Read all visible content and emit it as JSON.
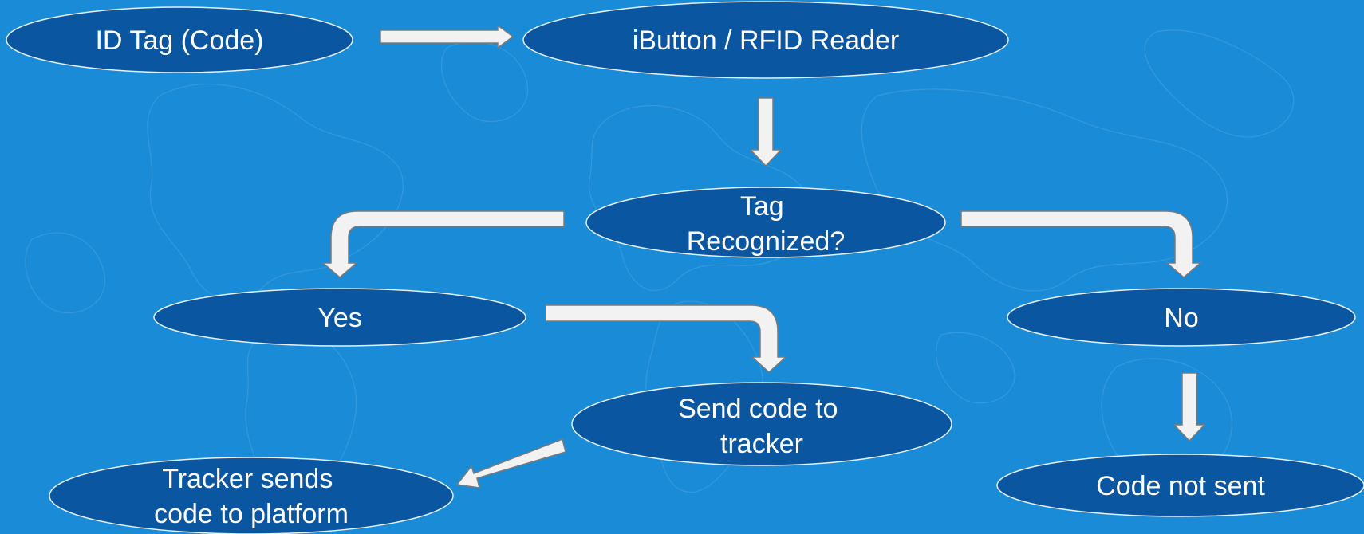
{
  "colors": {
    "background": "#1a8bd6",
    "node_fill": "#0b56a0",
    "node_stroke": "#e8f0f8",
    "arrow_fill": "#f2f2f2",
    "arrow_stroke": "#7a7a7a",
    "text": "#ffffff"
  },
  "nodes": {
    "id_tag": {
      "lines": [
        "ID Tag (Code)"
      ]
    },
    "reader": {
      "lines": [
        "iButton / RFID Reader"
      ]
    },
    "recognized": {
      "lines": [
        "Tag",
        "Recognized?"
      ]
    },
    "yes": {
      "lines": [
        "Yes"
      ]
    },
    "no": {
      "lines": [
        "No"
      ]
    },
    "send_code": {
      "lines": [
        "Send code to",
        "tracker"
      ]
    },
    "tracker_sends": {
      "lines": [
        "Tracker sends",
        "code to platform"
      ]
    },
    "not_sent": {
      "lines": [
        "Code not sent"
      ]
    }
  },
  "edges": [
    {
      "from": "id_tag",
      "to": "reader"
    },
    {
      "from": "reader",
      "to": "recognized"
    },
    {
      "from": "recognized",
      "to": "yes"
    },
    {
      "from": "recognized",
      "to": "no"
    },
    {
      "from": "yes",
      "to": "send_code"
    },
    {
      "from": "send_code",
      "to": "tracker_sends"
    },
    {
      "from": "no",
      "to": "not_sent"
    }
  ]
}
